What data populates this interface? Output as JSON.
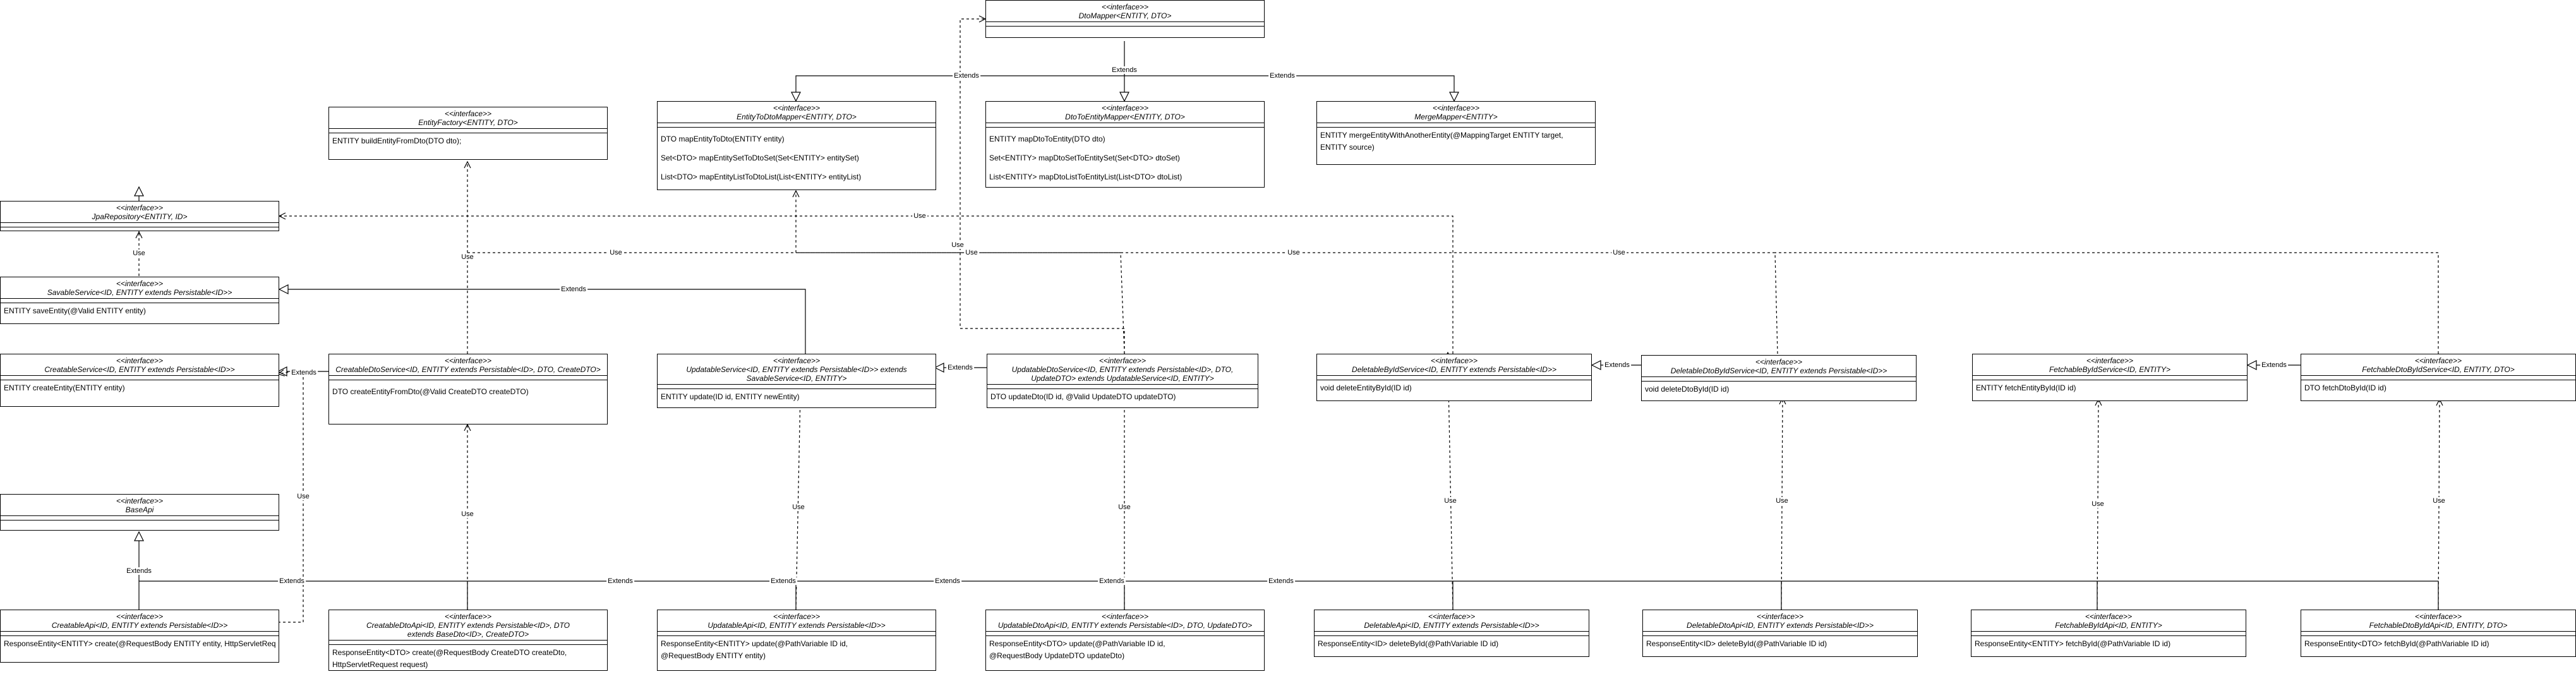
{
  "stereotype": "<<interface>>",
  "interfaces": {
    "dto_mapper": {
      "name": "DtoMapper<ENTITY, DTO>",
      "methods": []
    },
    "entity_factory": {
      "name": "EntityFactory<ENTITY, DTO>",
      "methods": [
        "ENTITY buildEntityFromDto(DTO dto);"
      ]
    },
    "entity_to_dto_mapper": {
      "name": "EntityToDtoMapper<ENTITY, DTO>",
      "methods": [
        "DTO mapEntityToDto(ENTITY entity)",
        "Set<DTO> mapEntitySetToDtoSet(Set<ENTITY> entitySet)",
        "List<DTO> mapEntityListToDtoList(List<ENTITY> entityList)"
      ]
    },
    "dto_to_entity_mapper": {
      "name": "DtoToEntityMapper<ENTITY, DTO>",
      "methods": [
        "ENTITY mapDtoToEntity(DTO dto)",
        "Set<ENTITY> mapDtoSetToEntitySet(Set<DTO> dtoSet)",
        "List<ENTITY> mapDtoListToEntityList(List<DTO> dtoList)"
      ]
    },
    "merge_mapper": {
      "name": "MergeMapper<ENTITY>",
      "methods": [
        "ENTITY mergeEntityWithAnotherEntity(@MappingTarget ENTITY target,",
        "ENTITY source)"
      ]
    },
    "jpa_repository": {
      "name": "JpaRepository<ENTITY, ID>",
      "methods": []
    },
    "savable_service": {
      "name": "SavableService<ID, ENTITY extends Persistable<ID>>",
      "methods": [
        "ENTITY saveEntity(@Valid ENTITY entity)"
      ]
    },
    "creatable_service": {
      "name": "CreatableService<ID, ENTITY extends Persistable<ID>>",
      "methods": [
        "ENTITY createEntity(ENTITY entity)"
      ]
    },
    "creatable_dto_service": {
      "name": "CreatableDtoService<ID, ENTITY extends Persistable<ID>, DTO, CreateDTO>",
      "methods": [
        "DTO createEntityFromDto(@Valid CreateDTO createDTO)"
      ]
    },
    "updatable_service": {
      "name": "UpdatableService<ID, ENTITY extends Persistable<ID>> extends SavableService<ID, ENTITY>",
      "methods": [
        "ENTITY update(ID id, ENTITY newEntity)"
      ]
    },
    "updatable_dto_service": {
      "name": "UpdatableDtoService<ID, ENTITY extends Persistable<ID>, DTO, UpdateDTO> extends UpdatableService<ID, ENTITY>",
      "methods": [
        "DTO updateDto(ID id, @Valid UpdateDTO updateDTO)"
      ]
    },
    "deletable_by_id_service": {
      "name": "DeletableByIdService<ID, ENTITY extends Persistable<ID>>",
      "methods": [
        "void deleteEntityById(ID id)"
      ]
    },
    "deletable_dto_by_id_service": {
      "name": "DeletableDtoByIdService<ID, ENTITY extends Persistable<ID>>",
      "methods": [
        "void deleteDtoById(ID id)"
      ]
    },
    "fetchable_by_id_service": {
      "name": "FetchableByIdService<ID, ENTITY>",
      "methods": [
        "ENTITY fetchEntityById(ID id)"
      ]
    },
    "fetchable_dto_by_id_service": {
      "name": "FetchableDtoByIdService<ID, ENTITY, DTO>",
      "methods": [
        "DTO fetchDtoById(ID id)"
      ]
    },
    "base_api": {
      "name": "BaseApi",
      "methods": []
    },
    "creatable_api": {
      "name": "CreatableApi<ID, ENTITY extends Persistable<ID>>",
      "methods": [
        "ResponseEntity<ENTITY> create(@RequestBody ENTITY entity, HttpServletReq"
      ]
    },
    "creatable_dto_api": {
      "name": "CreatableDtoApi<ID, ENTITY extends Persistable<ID>, DTO extends BaseDto<ID>, CreateDTO>",
      "methods": [
        "ResponseEntity<DTO> create(@RequestBody CreateDTO createDto,",
        "HttpServletRequest request)"
      ]
    },
    "updatable_api": {
      "name": "UpdatableApi<ID, ENTITY extends Persistable<ID>>",
      "methods": [
        "ResponseEntity<ENTITY> update(@PathVariable ID id,",
        "@RequestBody ENTITY entity)"
      ]
    },
    "updatable_dto_api": {
      "name": "UpdatableDtoApi<ID, ENTITY extends Persistable<ID>, DTO, UpdateDTO>",
      "methods": [
        "ResponseEntity<DTO> update(@PathVariable ID id,",
        "@RequestBody UpdateDTO updateDto)"
      ]
    },
    "deletable_api": {
      "name": "DeletableApi<ID, ENTITY extends Persistable<ID>>",
      "methods": [
        "ResponseEntity<ID> deleteById(@PathVariable ID id)"
      ]
    },
    "deletable_dto_api": {
      "name": "DeletableDtoApi<ID, ENTITY extends Persistable<ID>>",
      "methods": [
        "ResponseEntity<ID> deleteById(@PathVariable ID id)"
      ]
    },
    "fetchable_by_id_api": {
      "name": "FetchableByIdApi<ID, ENTITY>",
      "methods": [
        "ResponseEntity<ENTITY> fetchById(@PathVariable ID id)"
      ]
    },
    "fetchable_dto_by_id_api": {
      "name": "FetchableDtoByIdApi<ID, ENTITY, DTO>",
      "methods": [
        "ResponseEntity<DTO> fetchById(@PathVariable ID id)"
      ]
    }
  },
  "edge_labels": {
    "extends": "Extends",
    "use": "Use"
  }
}
